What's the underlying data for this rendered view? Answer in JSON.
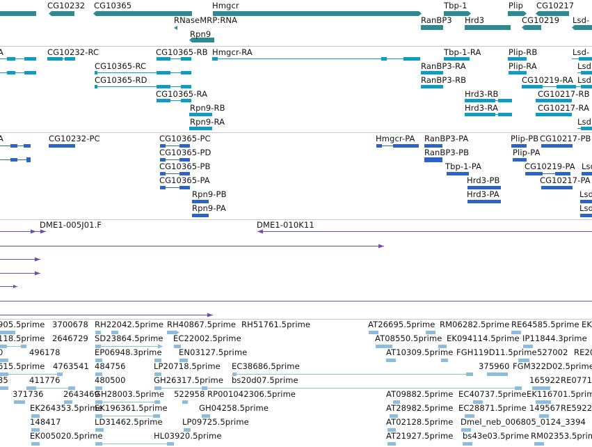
{
  "colors": {
    "genes": "#2e8a8f",
    "transcripts": "#0f9bc4",
    "proteins": "#2b63c7",
    "bacs": "#6f4fa6",
    "ests": "#8cbde0",
    "separator": "#c8c8c8"
  },
  "tracks": {
    "genes": {
      "labels": [
        "CG10232",
        "CG10365",
        "Hmgcr",
        "Tbp-1",
        "Plip",
        "CG10217",
        "RNaseMRP:RNA",
        "RanBP3",
        "Hrd3",
        "CG10219",
        "Lsd-",
        "Rpn9"
      ]
    },
    "transcripts": {
      "labels": [
        "A",
        "CG10232-RC",
        "CG10365-RB",
        "Hmgcr-RA",
        "Tbp-1-RA",
        "Plip-RB",
        "Lsd-",
        "CG10365-RC",
        "RanBP3-RA",
        "Plip-RA",
        "Lsd",
        "CG10365-RD",
        "RanBP3-RB",
        "CG10219-RA",
        "Lsd",
        "CG10365-RA",
        "Hrd3-RB",
        "CG10217-RB",
        "Rpn9-RB",
        "Hrd3-RA",
        "CG10217-RA",
        "Rpn9-RA",
        "Lsd"
      ]
    },
    "proteins": {
      "labels": [
        "A",
        "CG10232-PC",
        "CG10365-PC",
        "Hmgcr-PA",
        "RanBP3-PA",
        "Plip-PB",
        "CG10217-PB",
        "CG10365-PD",
        "RanBP3-PB",
        "Plip-PA",
        "CG10365-PB",
        "Tbp-1-PA",
        "CG10219-PA",
        "Lsd",
        "CG10365-PA",
        "Hrd3-PB",
        "CG10217-PA",
        "Rpn9-PB",
        "Hrd3-PA",
        "Lsd",
        "Rpn9-PA",
        "Lsd"
      ]
    },
    "bacs": {
      "labels": [
        "DME1-005J01.F",
        "DME1-010K11"
      ]
    },
    "ests": {
      "labels": [
        "905.5prime",
        "3700678",
        "RH22042.5prime",
        "RH40867.5prime",
        "RH51761.5prime",
        "AT26695.5prime",
        "RM06282.5prime",
        "RE64585.5prime",
        "EK",
        "118.5prime",
        "2646729",
        "SD23864.5prime",
        "EC22002.5prime",
        "AT08550.5prime",
        "EK094114.5prime",
        "IP11844.3prime",
        "0",
        "496178",
        "EP06948.3prime",
        "EN03127.5prime",
        "AT10309.5prime",
        "FGH119D11.5prime",
        "527002",
        "RE20",
        "615.5prime",
        "4763541",
        "484756",
        "LP20718.5prime",
        "EC38686.5prime",
        "375960",
        "FGM322D02.5prime",
        "35",
        "411776",
        "480500",
        "GH26317.5prime",
        "bs20d07.5prime",
        "165922",
        "RE0771",
        "371736",
        "2643469",
        "GH28003.5prime",
        "522958",
        "RP001042306.5prime",
        "AT09882.5prime",
        "EC40737.5prime",
        "EK116701.5prime",
        "EK264353.5prime",
        "EK196361.5prime",
        "GH04258.5prime",
        "AT28982.5prime",
        "EC28871.5prime",
        "149567",
        "RE5922",
        "148417",
        "LD31462.5prime",
        "LP09725.5prime",
        "AT02128.5prime",
        "Dmel_neb_006805_0124_3394",
        "EK005020.5prime",
        "HL03920.5prime",
        "AT21927.5prime",
        "bs43e03.5prime",
        "RM02353.5prime"
      ]
    }
  }
}
